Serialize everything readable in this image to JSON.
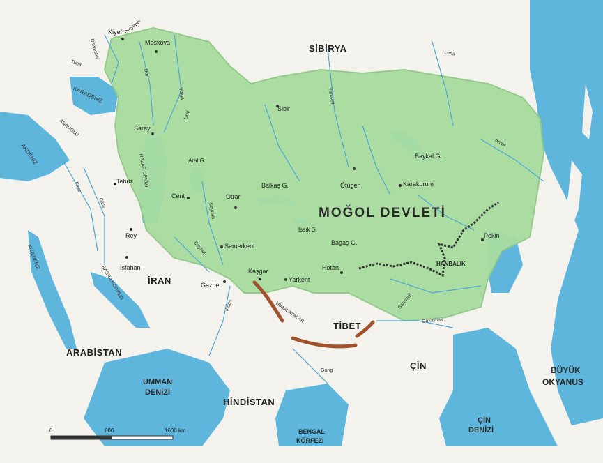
{
  "title": "MOĞOL DEVLETİ",
  "regions": {
    "sibirya": "SİBİRYA",
    "iran": "İRAN",
    "arabistan": "ARABİSTAN",
    "hindistan": "HİNDİSTAN",
    "tibet": "TİBET",
    "cin": "ÇİN",
    "buyuk_okyanus_1": "BÜYÜK",
    "buyuk_okyanus_2": "OKYANUS",
    "umman_1": "UMMAN",
    "umman_2": "DENİZİ",
    "bengal_1": "BENGAL",
    "bengal_2": "KÖRFEZİ",
    "cin_denizi_1": "ÇİN",
    "cin_denizi_2": "DENİZİ"
  },
  "cities": {
    "kiyef": "Kiyef",
    "moskova": "Moskova",
    "saray": "Saray",
    "tebriz": "Tebriz",
    "rey": "Rey",
    "isfahan": "İsfahan",
    "gazne": "Gazne",
    "semerkent": "Semerkent",
    "kasgar": "Kaşgar",
    "yarkent": "Yarkent",
    "hotan": "Hotan",
    "otrar": "Otrar",
    "cent": "Cent",
    "sibir": "Sibir",
    "otugen": "Ötügen",
    "karakurum": "Karakurum",
    "hanbalik": "HANBALIK",
    "pekin": "Pekin"
  },
  "lakes": {
    "aral": "Aral G.",
    "balkas": "Balkaş G.",
    "issik": "Issık G.",
    "bagas": "Bagaş G.",
    "baykal": "Baykal G."
  },
  "rivers": {
    "dinyester": "Dinyester",
    "dinyeper": "Dinyeper",
    "tuna": "Tuna",
    "don": "Don",
    "volga": "Volga",
    "ural": "Ural",
    "firat": "Fırat",
    "dicle": "Dicle",
    "seyhun": "Seyhun",
    "ceyhun": "Ceyhun",
    "indus": "İndus",
    "yenisey": "Yenisey",
    "lena": "Lena",
    "amur": "Amur",
    "gokirmak": "Gökırmak",
    "sarirmak": "Sarırmak",
    "gang": "Gang"
  },
  "seas": {
    "karadeniz": "KARADENİZ",
    "akdeniz": "AKDENİZ",
    "hazar": "HAZAR DENİZİ",
    "kizildeniz": "KIZILDENİZ",
    "basra": "BASRA KÖRFEZİ",
    "anadolu": "ANADOLU"
  },
  "mountains": "HİMALAYALAR",
  "scale": {
    "zero": "0",
    "mid": "800",
    "end": "1600 km"
  },
  "colors": {
    "empire": "#a8dca0",
    "water": "#5fb6dd",
    "land": "#f3f2ec",
    "mountain": "#a0522d"
  }
}
